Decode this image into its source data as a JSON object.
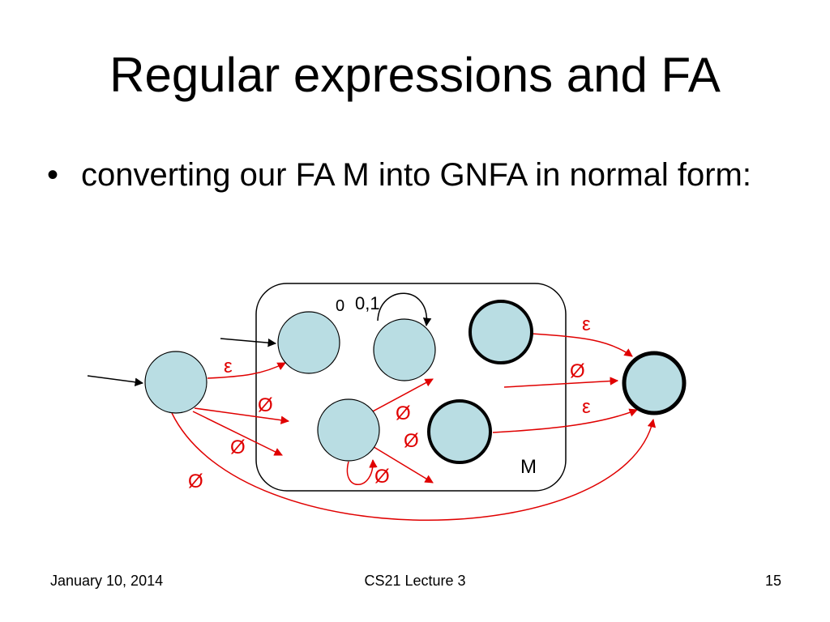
{
  "slide": {
    "title": "Regular expressions and FA",
    "bullet_symbol": "•",
    "bullet_text": "converting our FA M into GNFA in normal form:"
  },
  "diagram": {
    "box_label": "M",
    "edge_labels": {
      "new_start_to_s1": "ε",
      "new_start_to_s2": "Ø",
      "new_start_to_s3": "Ø",
      "new_start_to_accept": "Ø",
      "s3_to_s4": "Ø",
      "s3_to_s5": "Ø",
      "s3_loop": "Ø",
      "s4_to_accept": "ε",
      "s5_mid": "Ø",
      "s6_to_accept": "ε",
      "s1_label": "0",
      "s2_loop": "0,1"
    },
    "colors": {
      "state_fill": "#b9dde3",
      "gnfa_edge": "#e00000",
      "fa_edge": "#000000"
    }
  },
  "footer": {
    "date": "January 10,  2014",
    "course": "CS21 Lecture 3",
    "page": "15"
  }
}
